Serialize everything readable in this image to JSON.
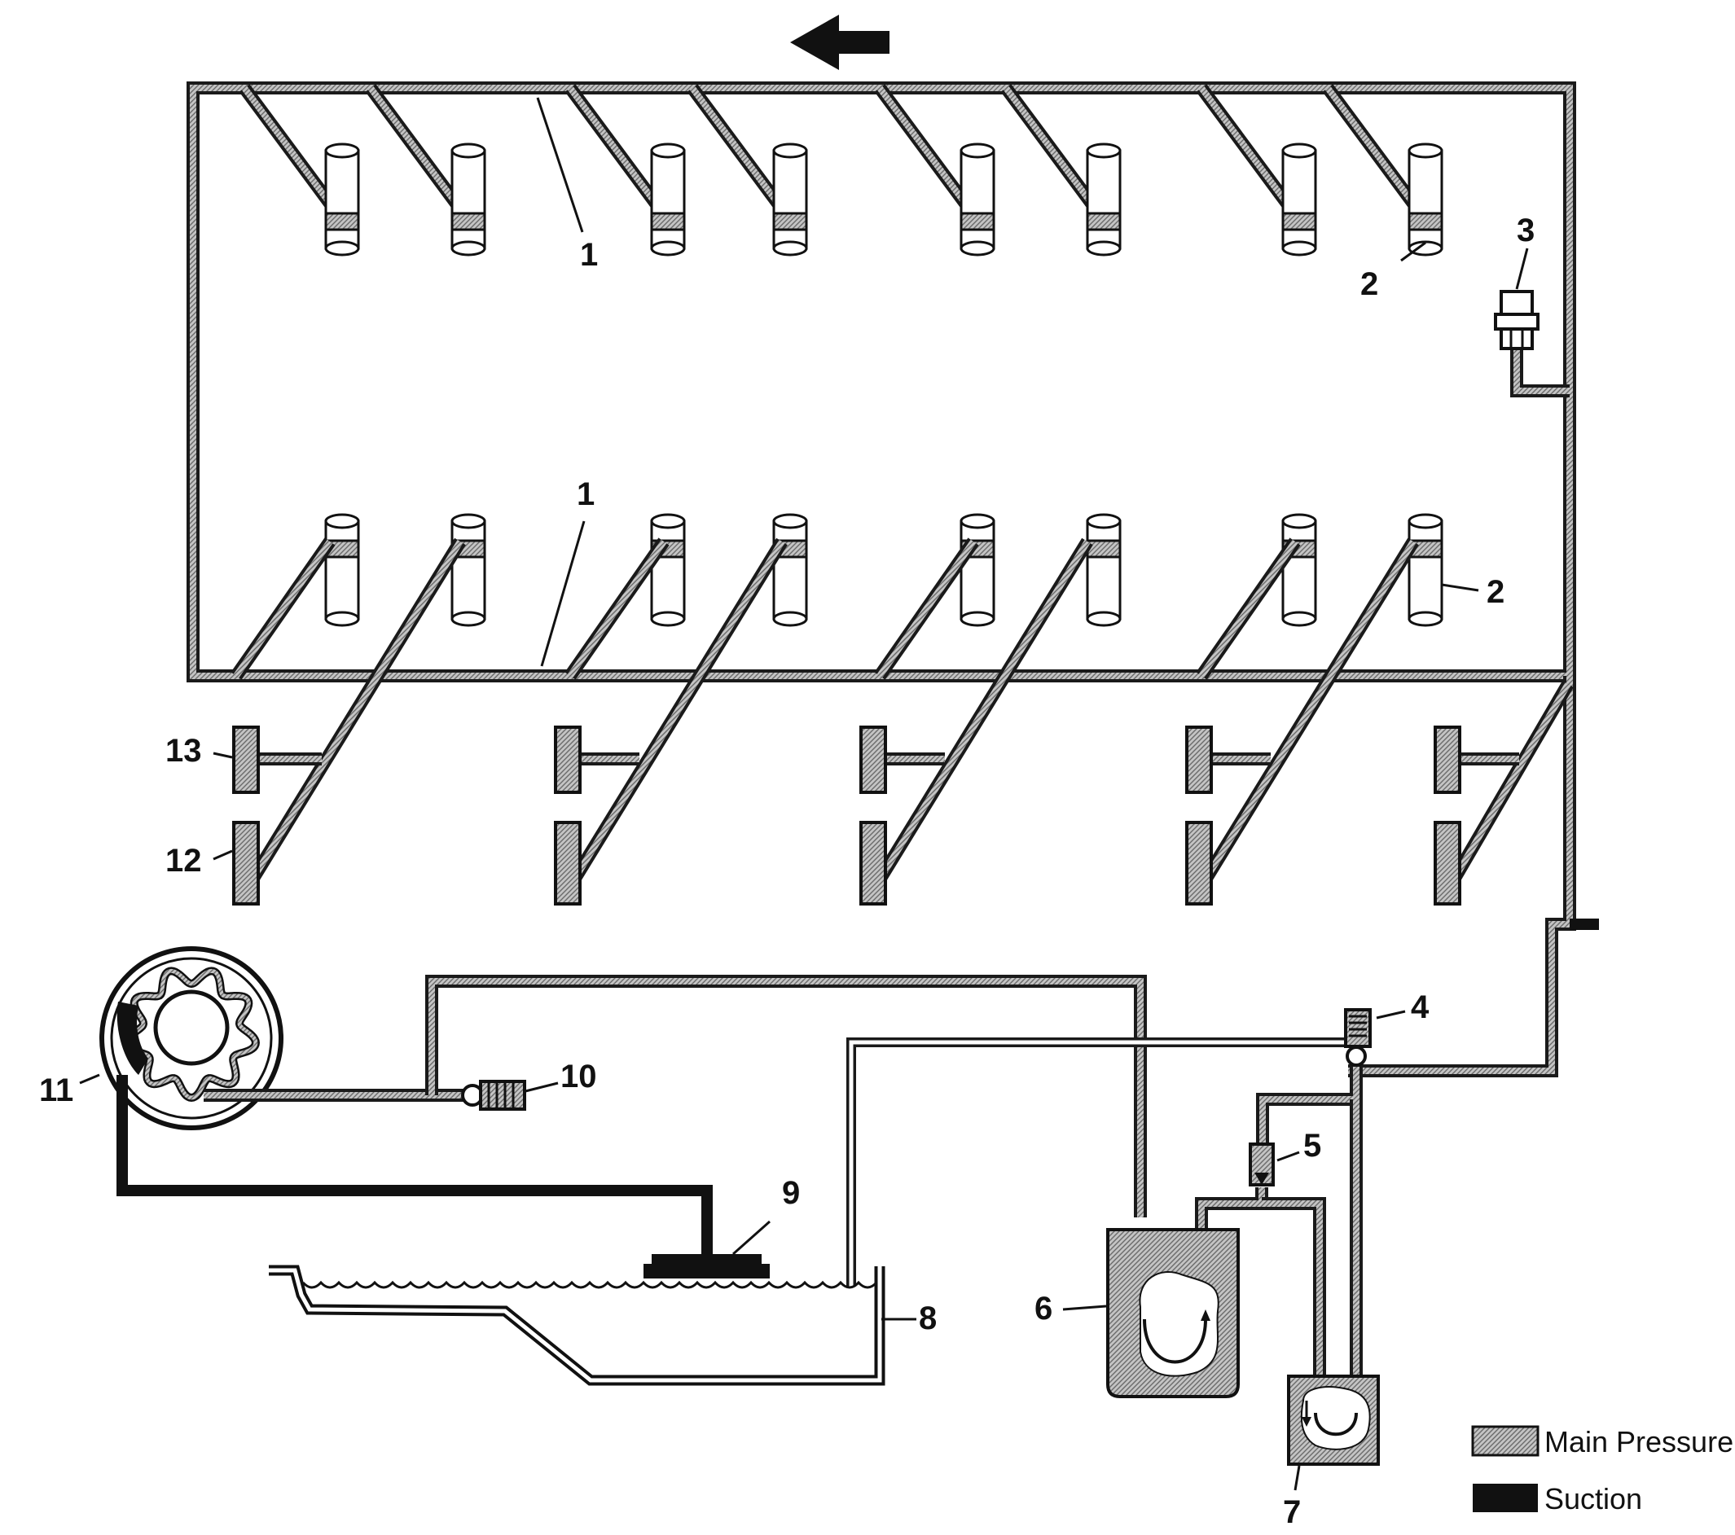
{
  "diagram": {
    "callouts": {
      "c1_top": "1",
      "c1_bottom": "1",
      "c2_top": "2",
      "c2_bottom": "2",
      "c3": "3",
      "c4": "4",
      "c5": "5",
      "c6": "6",
      "c7": "7",
      "c8": "8",
      "c9": "9",
      "c10": "10",
      "c11": "11",
      "c12": "12",
      "c13": "13"
    },
    "legend": {
      "main_pressure": "Main Pressure",
      "suction": "Suction"
    },
    "colors": {
      "line": "#1a1a1a",
      "hatch": "#9a9a9a",
      "suction": "#111111",
      "background": "#ffffff"
    },
    "icons": [
      "flow-direction-arrow-icon",
      "oil-pump-gear-icon",
      "pressure-relief-valve-icon",
      "oil-filter-icon",
      "oil-cooler-icon",
      "oil-pan-icon",
      "pickup-screen-icon",
      "oil-pressure-sensor-icon"
    ]
  }
}
